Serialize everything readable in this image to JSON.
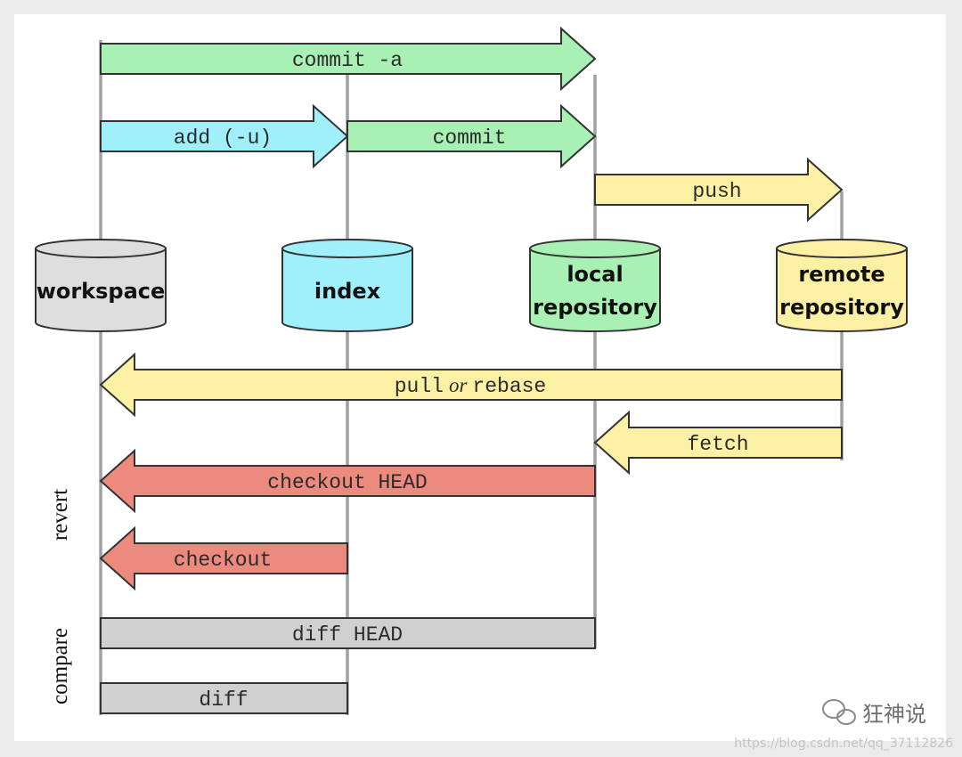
{
  "columns": {
    "workspace": {
      "label": "workspace",
      "color": "#dedede"
    },
    "index": {
      "label": "index",
      "color": "#9ff0fb"
    },
    "local": {
      "label_line1": "local",
      "label_line2": "repository",
      "color": "#a8f0b4"
    },
    "remote": {
      "label_line1": "remote",
      "label_line2": "repository",
      "color": "#fbf0a4"
    }
  },
  "arrows": {
    "commit_a": {
      "label": "commit -a",
      "color": "#a8f0b4"
    },
    "add": {
      "label": "add (-u)",
      "color": "#9ff0fb"
    },
    "commit": {
      "label": "commit",
      "color": "#a8f0b4"
    },
    "push": {
      "label": "push",
      "color": "#fbf0a4"
    },
    "pull_rebase": {
      "label_part1": "pull",
      "label_or": "or",
      "label_part2": "rebase",
      "color": "#fbf0a4"
    },
    "fetch": {
      "label": "fetch",
      "color": "#fbf0a4"
    },
    "checkout_head": {
      "label": "checkout HEAD",
      "color": "#ec8a7d"
    },
    "checkout": {
      "label": "checkout",
      "color": "#ec8a7d"
    }
  },
  "bars": {
    "diff_head": {
      "label": "diff HEAD",
      "color": "#d0d0d0"
    },
    "diff": {
      "label": "diff",
      "color": "#d0d0d0"
    }
  },
  "side_labels": {
    "revert": "revert",
    "compare": "compare"
  },
  "watermark": {
    "name": "狂神说",
    "icon": "wechat-icon",
    "url": "https://blog.csdn.net/qq_37112826"
  }
}
